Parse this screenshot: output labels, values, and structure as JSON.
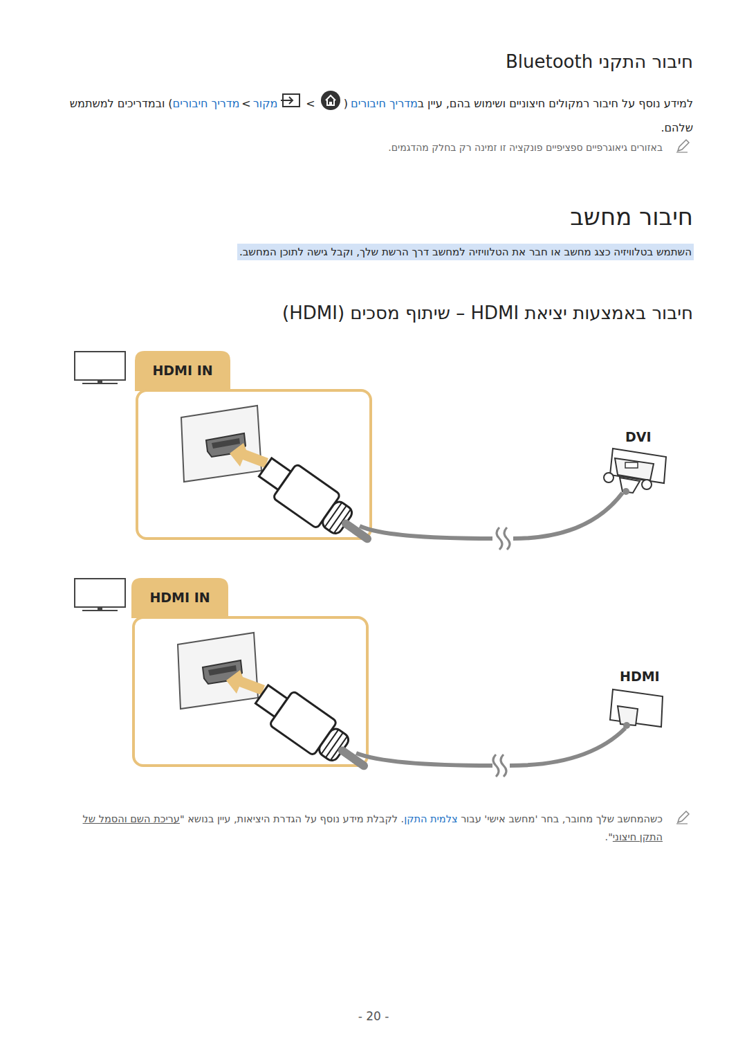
{
  "diagram": {
    "nodes": [
      {
        "text": [
          "השתמש בטלוויזיה כצג מחשב או חבר את הטלוויזיה למחשב דרך הרשת שלך, וקבל גישה לתוכן המחשב."
        ]
      },
      {
        "text": [
          "HDMI IN"
        ]
      },
      {
        "text": [
          "HDMI IN"
        ]
      }
    ],
    "labels": [
      "חיבור התקני Bluetooth",
      "למידע נוסף על חיבור רמקולים חיצוניים ושימוש בהם, עיין ב",
      "מדריך חיבורים",
      "(",
      ">",
      "מקור",
      ">",
      "מדריך חיבורים",
      ") ובמדריכים למשתמש שלהם.",
      "באזורים גיאוגרפיים ספציפיים פונקציה זו זמינה רק בחלק מהדגמים.",
      "חיבור מחשב",
      "חיבור באמצעות יציאת HDMI – שיתוף מסכים (HDMI)",
      "DVI",
      "HDMI",
      "כשהמחשב שלך מחובר, בחר 'מחשב אישי' עבור ",
      "צלמית התקן",
      ". לקבלת מידע נוסף על הגדרת היציאות, עיין בנושא \"",
      "עריכת השם והסמל של התקן חיצוני",
      "\".",
      "- 20 -"
    ]
  }
}
